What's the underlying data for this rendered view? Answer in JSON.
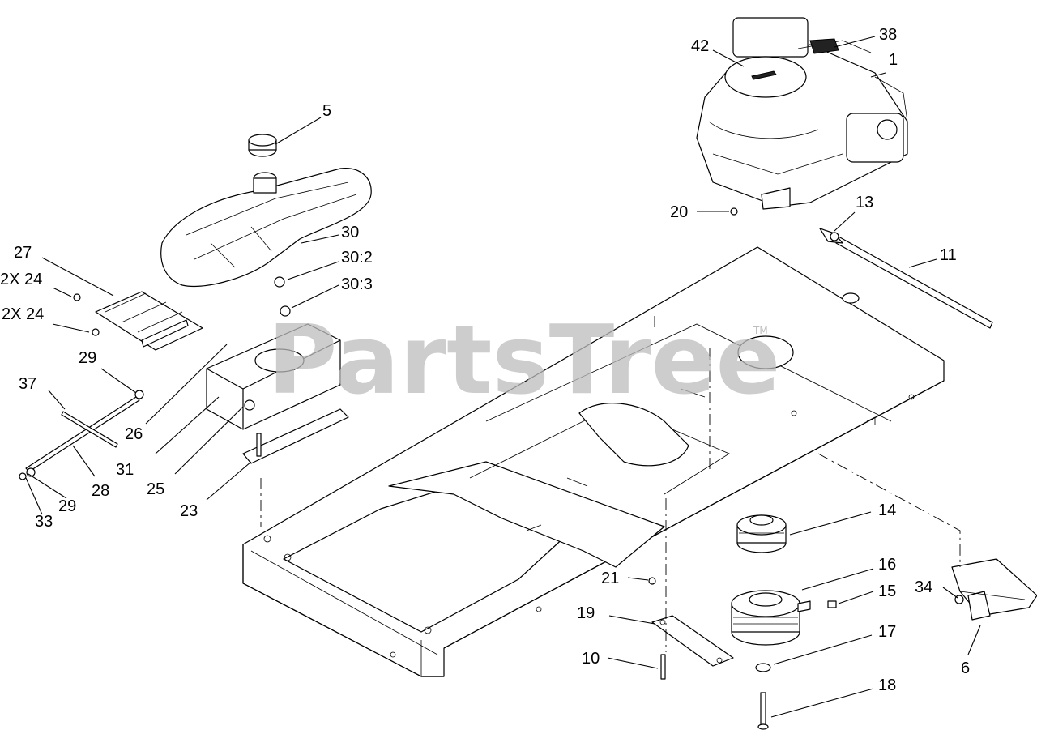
{
  "watermark": {
    "text": "PartsTree",
    "tm": "TM"
  },
  "callouts": [
    {
      "id": "l1",
      "text": "1"
    },
    {
      "id": "l5",
      "text": "5"
    },
    {
      "id": "l6",
      "text": "6"
    },
    {
      "id": "l10",
      "text": "10"
    },
    {
      "id": "l11",
      "text": "11"
    },
    {
      "id": "l13",
      "text": "13"
    },
    {
      "id": "l14",
      "text": "14"
    },
    {
      "id": "l15",
      "text": "15"
    },
    {
      "id": "l16",
      "text": "16"
    },
    {
      "id": "l17",
      "text": "17"
    },
    {
      "id": "l18",
      "text": "18"
    },
    {
      "id": "l19",
      "text": "19"
    },
    {
      "id": "l20",
      "text": "20"
    },
    {
      "id": "l21",
      "text": "21"
    },
    {
      "id": "l23",
      "text": "23"
    },
    {
      "id": "l24a",
      "text": "2X 24"
    },
    {
      "id": "l24b",
      "text": "2X 24"
    },
    {
      "id": "l25",
      "text": "25"
    },
    {
      "id": "l26",
      "text": "26"
    },
    {
      "id": "l27",
      "text": "27"
    },
    {
      "id": "l28",
      "text": "28"
    },
    {
      "id": "l29a",
      "text": "29"
    },
    {
      "id": "l29b",
      "text": "29"
    },
    {
      "id": "l30",
      "text": "30"
    },
    {
      "id": "l30_2",
      "text": "30:2"
    },
    {
      "id": "l30_3",
      "text": "30:3"
    },
    {
      "id": "l31",
      "text": "31"
    },
    {
      "id": "l33",
      "text": "33"
    },
    {
      "id": "l34",
      "text": "34"
    },
    {
      "id": "l37",
      "text": "37"
    },
    {
      "id": "l38",
      "text": "38"
    },
    {
      "id": "l42",
      "text": "42"
    }
  ]
}
